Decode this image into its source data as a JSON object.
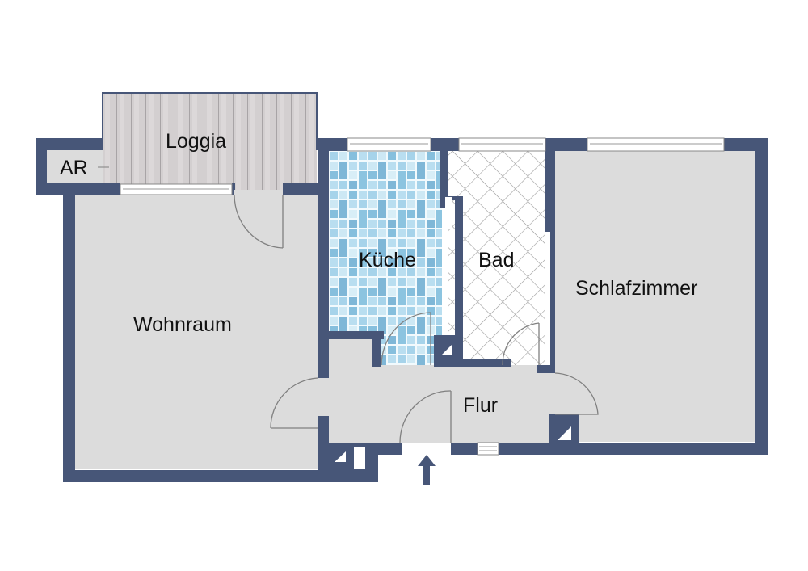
{
  "plan": {
    "type": "apartment-floor-plan",
    "colors": {
      "wall": "#475678",
      "floor": "#dcdcdc",
      "loggia_floor": "#d2cfd0",
      "kitchen_tile_light": "#cfe8f3",
      "kitchen_tile_mid": "#9fd0e8",
      "kitchen_tile_dark": "#7fb8d8",
      "bath_floor": "#ffffff",
      "bath_grid": "#9a9a9a",
      "door_swing": "#808080",
      "label": "#111111",
      "entrance_arrow": "#475678"
    },
    "rooms": [
      {
        "id": "loggia",
        "label": "Loggia"
      },
      {
        "id": "ar",
        "label": "AR"
      },
      {
        "id": "kueche",
        "label": "Küche"
      },
      {
        "id": "bad",
        "label": "Bad"
      },
      {
        "id": "schlafzimmer",
        "label": "Schlafzimmer"
      },
      {
        "id": "wohnraum",
        "label": "Wohnraum"
      },
      {
        "id": "flur",
        "label": "Flur"
      }
    ],
    "entrance": {
      "icon": "arrow-up-icon"
    }
  }
}
